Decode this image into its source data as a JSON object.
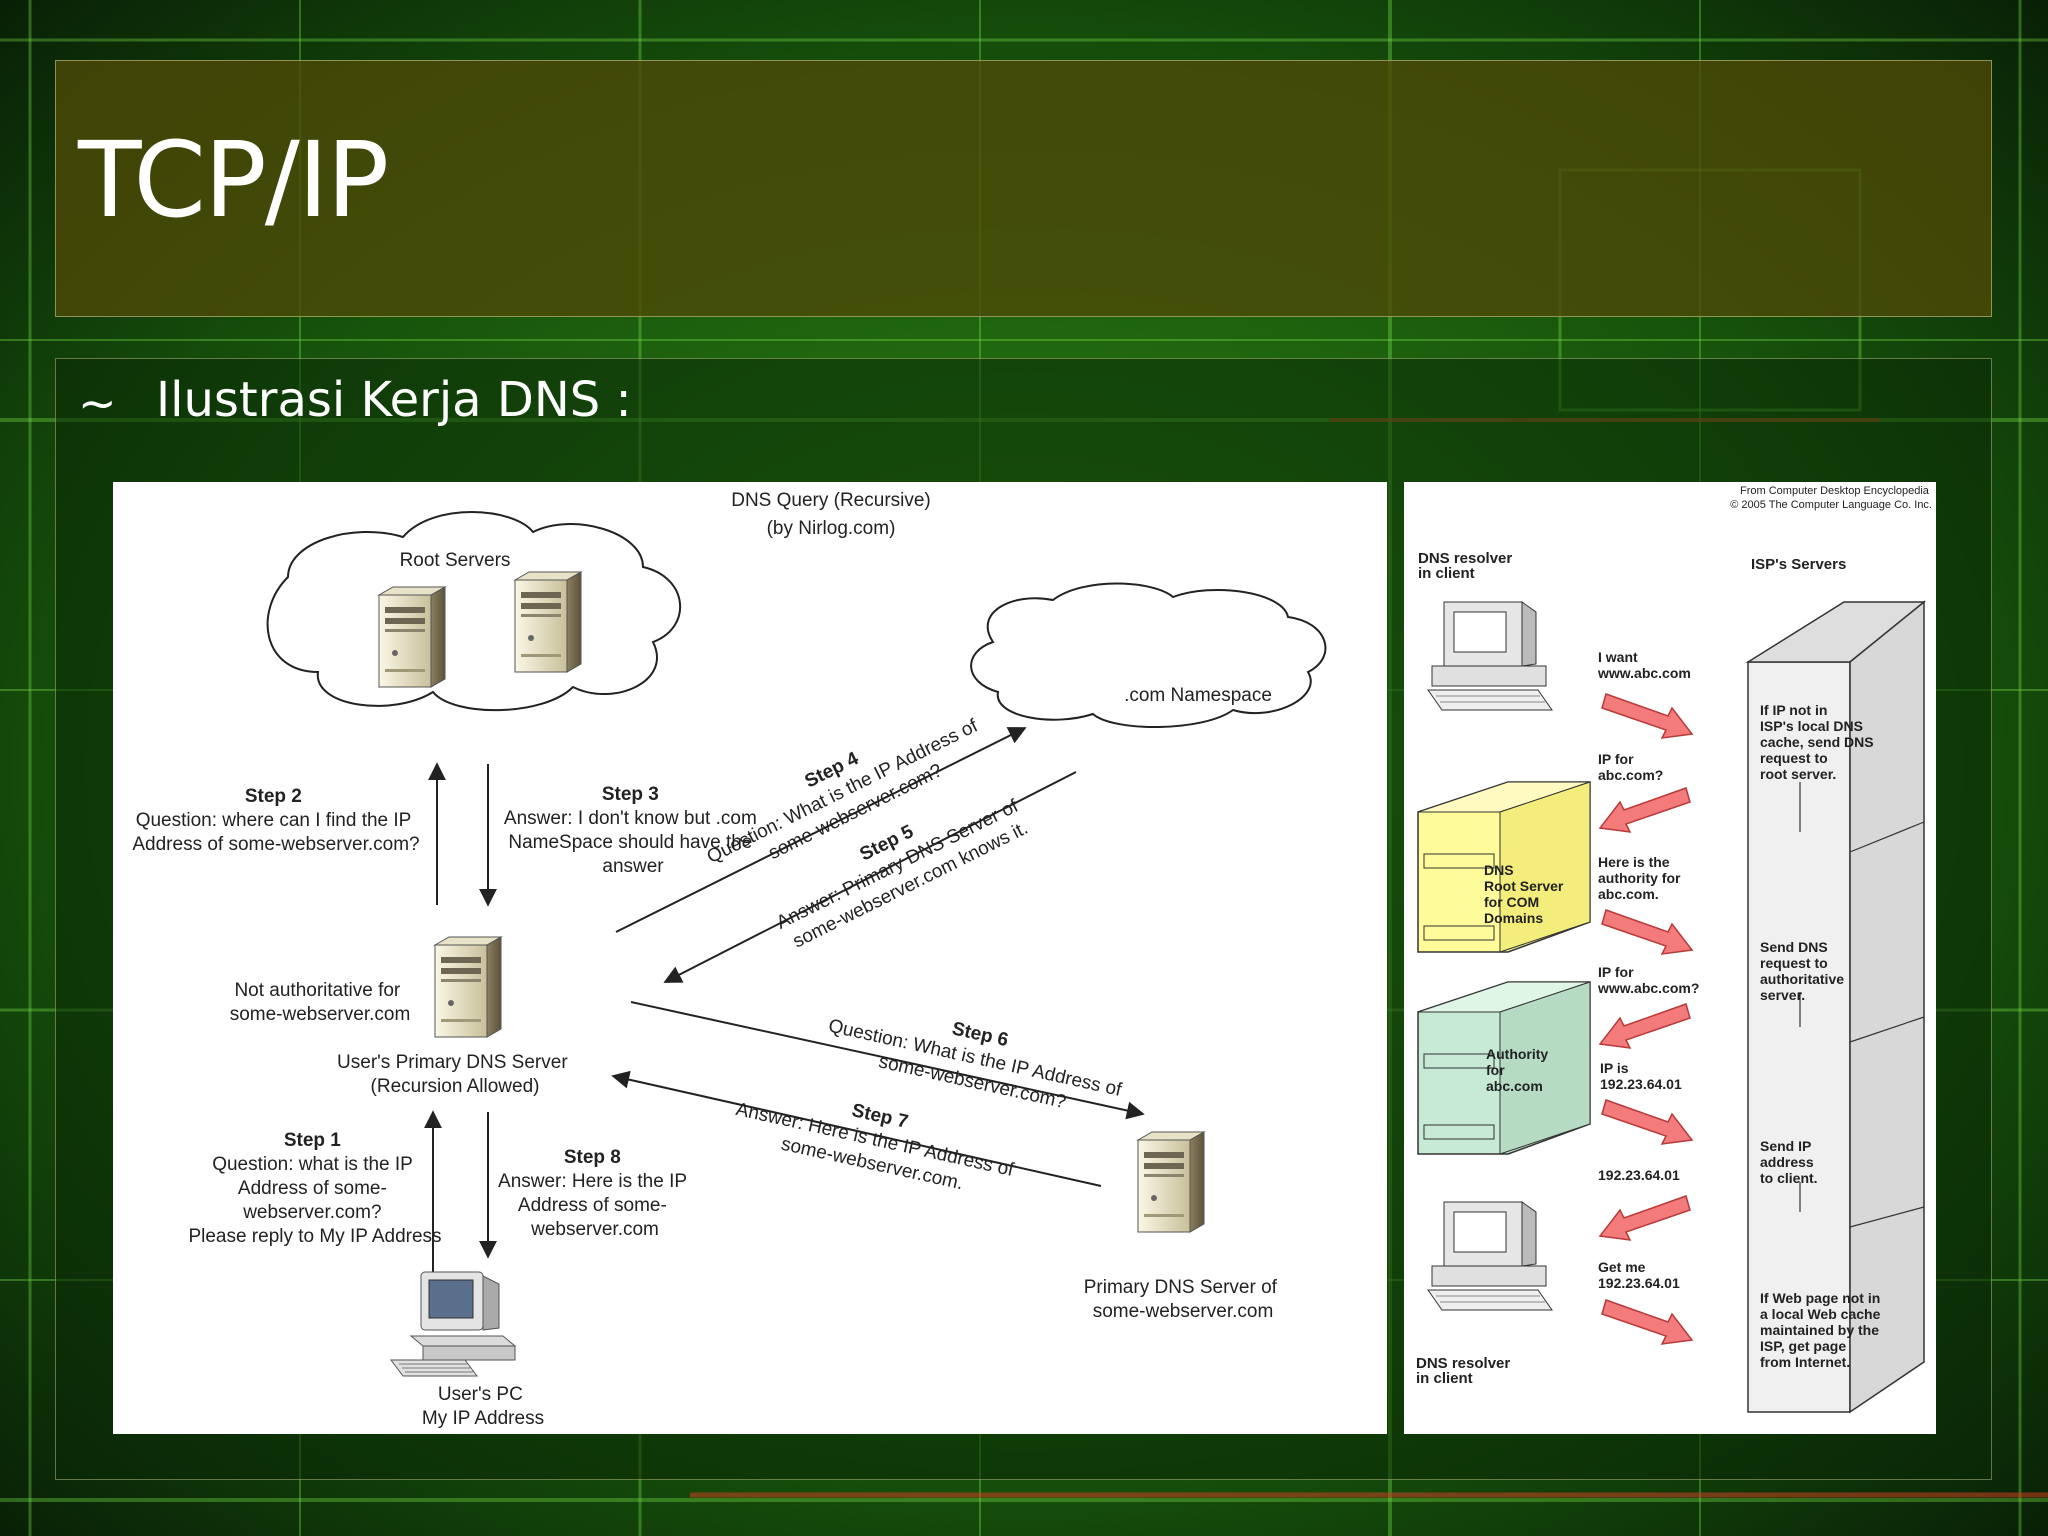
{
  "slide": {
    "title": "TCP/IP",
    "bullet_symbol": "~",
    "bullet_text": "Ilustrasi Kerja DNS :"
  },
  "diagram_left": {
    "title_lines": [
      "DNS Query (Recursive)",
      "(by Nirlog.com)"
    ],
    "root_servers": "Root Servers",
    "com_namespace": ".com Namespace",
    "step2": {
      "title": "Step 2",
      "lines": [
        "Question: where can I find the IP",
        "Address of some-webserver.com?"
      ]
    },
    "step3": {
      "title": "Step 3",
      "lines": [
        "Answer: I don't know but .com",
        "NameSpace should have the",
        "answer"
      ]
    },
    "step4": {
      "title": "Step 4",
      "lines": [
        "Question: What is the IP Address of",
        "some-webserver.com?"
      ]
    },
    "step5": {
      "title": "Step 5",
      "lines": [
        "Answer: Primary DNS Server of",
        "some-webserver.com knows it."
      ]
    },
    "not_auth": [
      "Not authoritative for",
      "some-webserver.com"
    ],
    "primary_dns": [
      "User's Primary DNS Server",
      "(Recursion Allowed)"
    ],
    "step6": {
      "title": "Step 6",
      "lines": [
        "Question: What is the IP Address of",
        "some-webserver.com?"
      ]
    },
    "step7": {
      "title": "Step 7",
      "lines": [
        "Answer: Here is the IP Address of",
        "some-webserver.com."
      ]
    },
    "step1": {
      "title": "Step 1",
      "lines": [
        "Question: what is the IP",
        "Address of some-",
        "webserver.com?",
        "Please reply to My IP Address"
      ]
    },
    "step8": {
      "title": "Step 8",
      "lines": [
        "Answer: Here is the IP",
        "Address of some-",
        "webserver.com"
      ]
    },
    "users_pc": [
      "User's PC",
      "My IP Address"
    ],
    "primary_dns_of": [
      "Primary DNS Server of",
      "some-webserver.com"
    ]
  },
  "diagram_right": {
    "credit": [
      "From Computer Desktop Encyclopedia",
      "© 2005 The Computer Language Co. Inc."
    ],
    "resolver_top": [
      "DNS resolver",
      "in client"
    ],
    "isp_servers": "ISP's Servers",
    "i_want": [
      "I want",
      "www.abc.com"
    ],
    "if_ip_not": [
      "If IP not in",
      "ISP's local DNS",
      "cache, send DNS",
      "request to",
      "root server."
    ],
    "ip_for_abc": [
      "IP for",
      "abc.com?"
    ],
    "dns_root": [
      "DNS",
      "Root Server",
      "for COM",
      "Domains"
    ],
    "here_is": [
      "Here is the",
      "authority for",
      "abc.com."
    ],
    "send_dns": [
      "Send DNS",
      "request to",
      "authoritative",
      "server."
    ],
    "ip_for_www": [
      "IP for",
      "www.abc.com?"
    ],
    "authority": [
      "Authority",
      "for",
      "abc.com"
    ],
    "ip_is": [
      "IP is",
      "192.23.64.01"
    ],
    "send_ip": [
      "Send IP",
      "address",
      "to client."
    ],
    "ip_plain": "192.23.64.01",
    "get_me": [
      "Get me",
      "192.23.64.01"
    ],
    "if_web": [
      "If Web page not in",
      "a local Web cache",
      "maintained by the",
      "ISP, get page",
      "from Internet."
    ],
    "resolver_bottom": [
      "DNS resolver",
      "in client"
    ]
  },
  "colors": {
    "background": "#0a2a06",
    "title_panel": "#4e4a08",
    "arrow_red": "#f47b7b",
    "root_box": "#fdfb9a",
    "authority_box": "#c6ead4"
  }
}
